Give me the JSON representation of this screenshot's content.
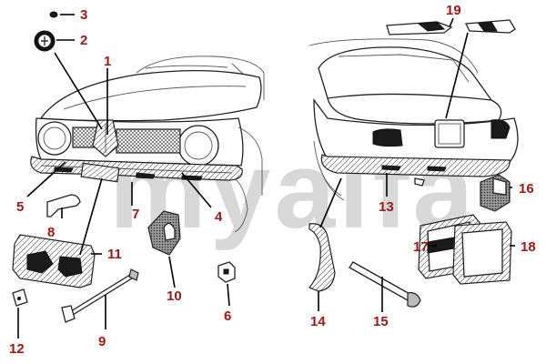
{
  "watermark": "myalfa",
  "callouts": [
    {
      "id": "callout-1",
      "number": "1"
    },
    {
      "id": "callout-2",
      "number": "2"
    },
    {
      "id": "callout-3",
      "number": "3"
    },
    {
      "id": "callout-4",
      "number": "4"
    },
    {
      "id": "callout-5",
      "number": "5"
    },
    {
      "id": "callout-6",
      "number": "6"
    },
    {
      "id": "callout-7",
      "number": "7"
    },
    {
      "id": "callout-8",
      "number": "8"
    },
    {
      "id": "callout-9",
      "number": "9"
    },
    {
      "id": "callout-10",
      "number": "10"
    },
    {
      "id": "callout-11",
      "number": "11"
    },
    {
      "id": "callout-12",
      "number": "12"
    },
    {
      "id": "callout-13",
      "number": "13"
    },
    {
      "id": "callout-14",
      "number": "14"
    },
    {
      "id": "callout-15",
      "number": "15"
    },
    {
      "id": "callout-16",
      "number": "16"
    },
    {
      "id": "callout-17",
      "number": "17"
    },
    {
      "id": "callout-18",
      "number": "18"
    },
    {
      "id": "callout-19",
      "number": "19"
    }
  ],
  "colors": {
    "label": "#a01818",
    "line": "#000000",
    "watermark": "#d8d8d8"
  }
}
